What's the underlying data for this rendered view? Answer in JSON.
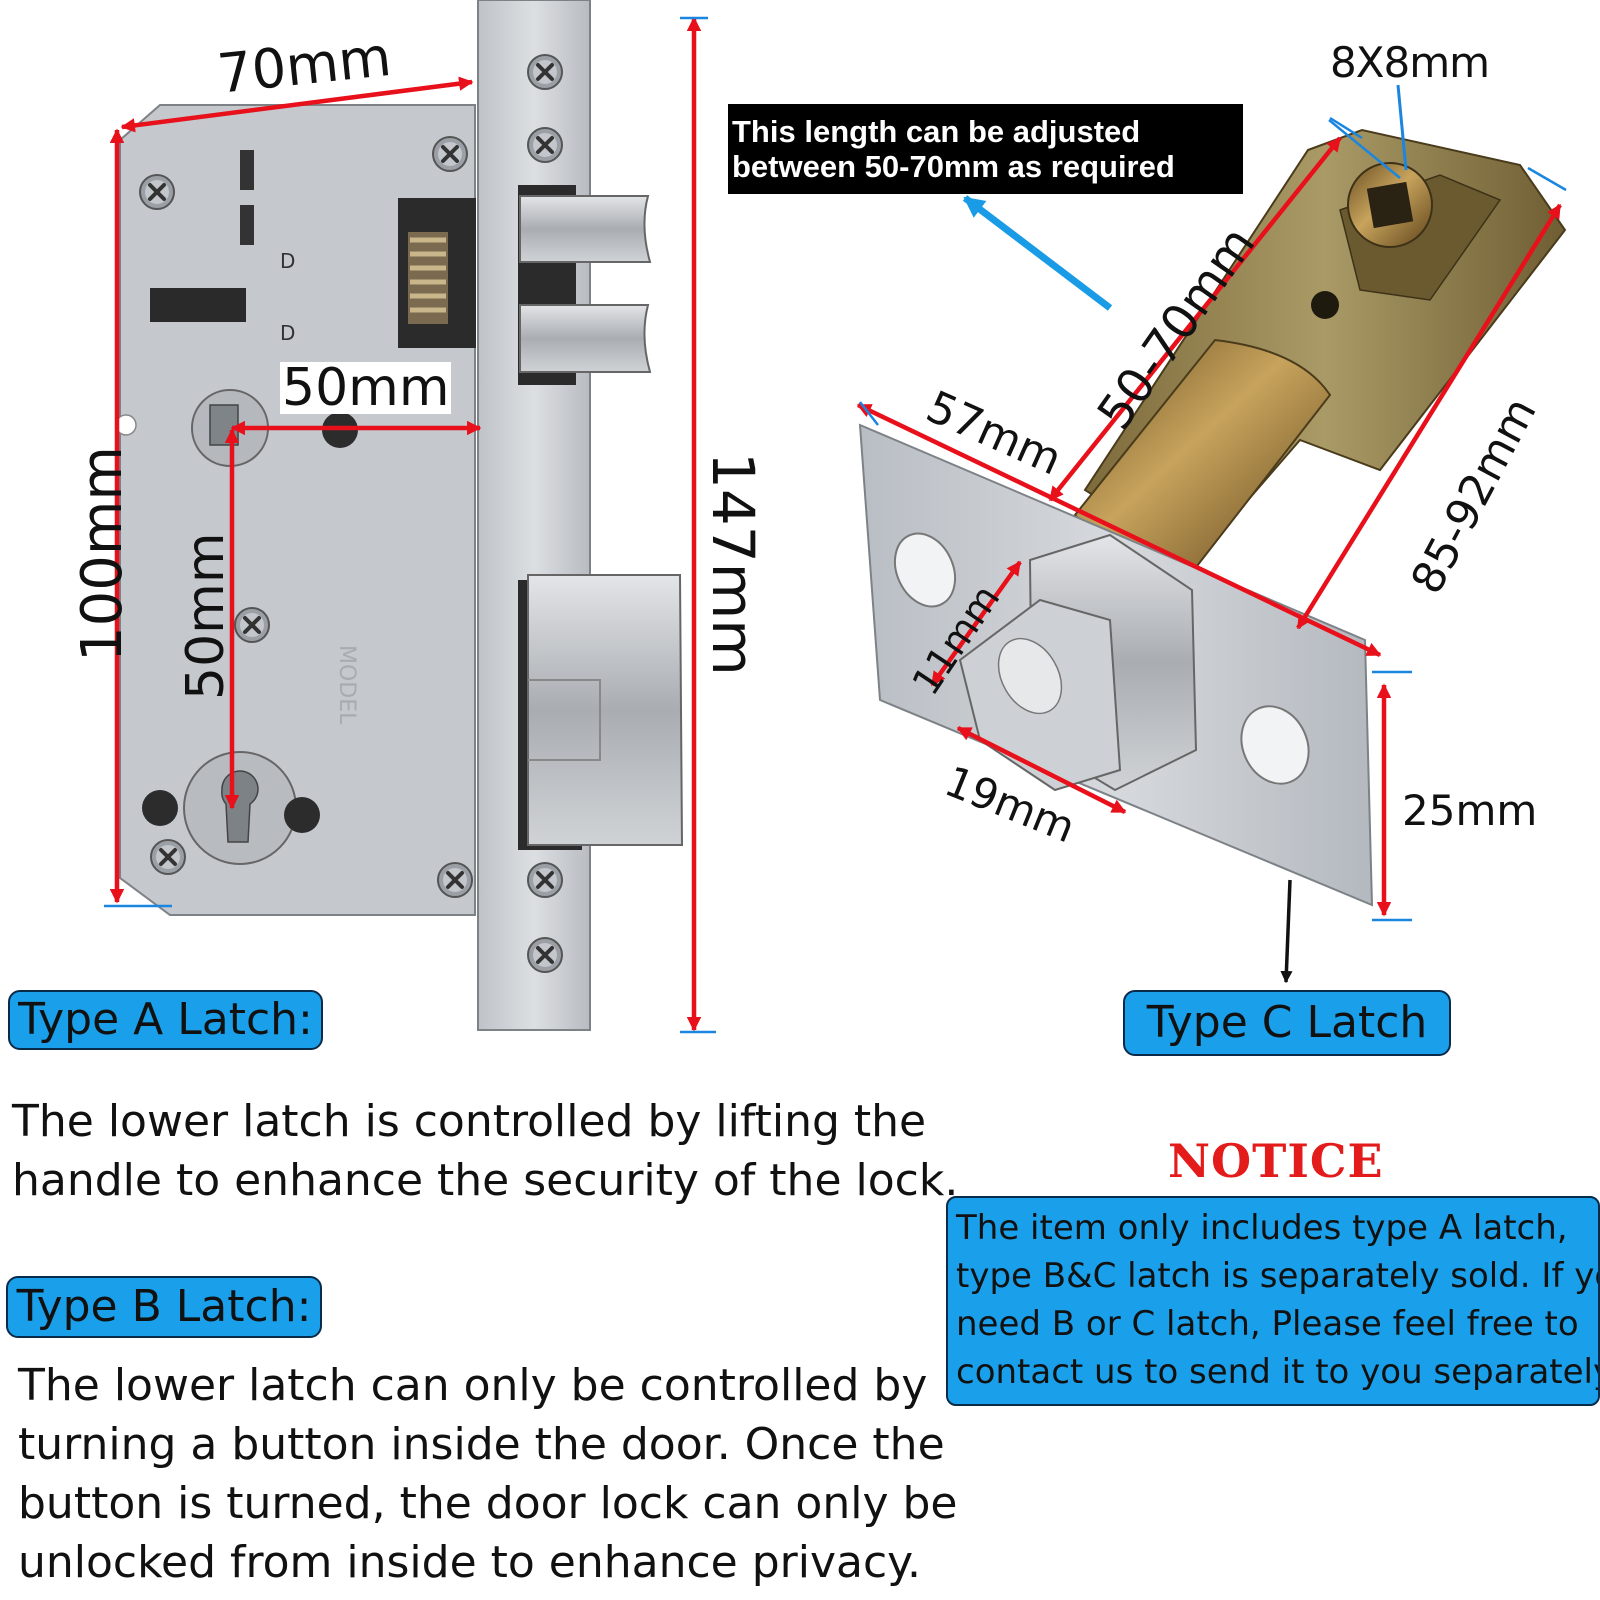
{
  "dimensions": {
    "lock_width": "70mm",
    "backset_horizontal": "50mm",
    "backset_vertical": "50mm",
    "body_height": "100mm",
    "faceplate_height": "147mm",
    "spindle_square": "8X8mm",
    "latch_length": "50-70mm",
    "latch_plate_width": "57mm",
    "latch_overall": "85-92mm",
    "latch_bolt_height": "11mm",
    "latch_bolt_width": "19mm",
    "latch_plate_height": "25mm"
  },
  "callout": {
    "lines": [
      "This length can be adjusted",
      "between 50-70mm as required"
    ]
  },
  "labels": {
    "type_a": "Type A Latch:",
    "type_b": "Type B Latch:",
    "type_c": "Type C Latch"
  },
  "type_a_text": {
    "lines": [
      "The lower latch is controlled by lifting the",
      "handle to enhance the security of the lock."
    ]
  },
  "type_b_text": {
    "lines": [
      "The lower latch can only be controlled by",
      "turning a button inside the door. Once the",
      "button is turned, the door lock can only be",
      "unlocked from inside to enhance privacy."
    ]
  },
  "notice": {
    "title": "NOTICE",
    "lines": [
      "The item only includes type A latch,",
      "type B&C latch  is separately sold. If you",
      "need B or C latch, Please feel free to",
      "contact us to send it to you separately."
    ]
  },
  "colors": {
    "dimension_arrow": "#e8101a",
    "tick_blue": "#1a86e0",
    "label_fill": "#1aa0ea",
    "notice_title": "#e41b1b",
    "steel": "#c9cdd2",
    "brass": "#a88a48"
  }
}
